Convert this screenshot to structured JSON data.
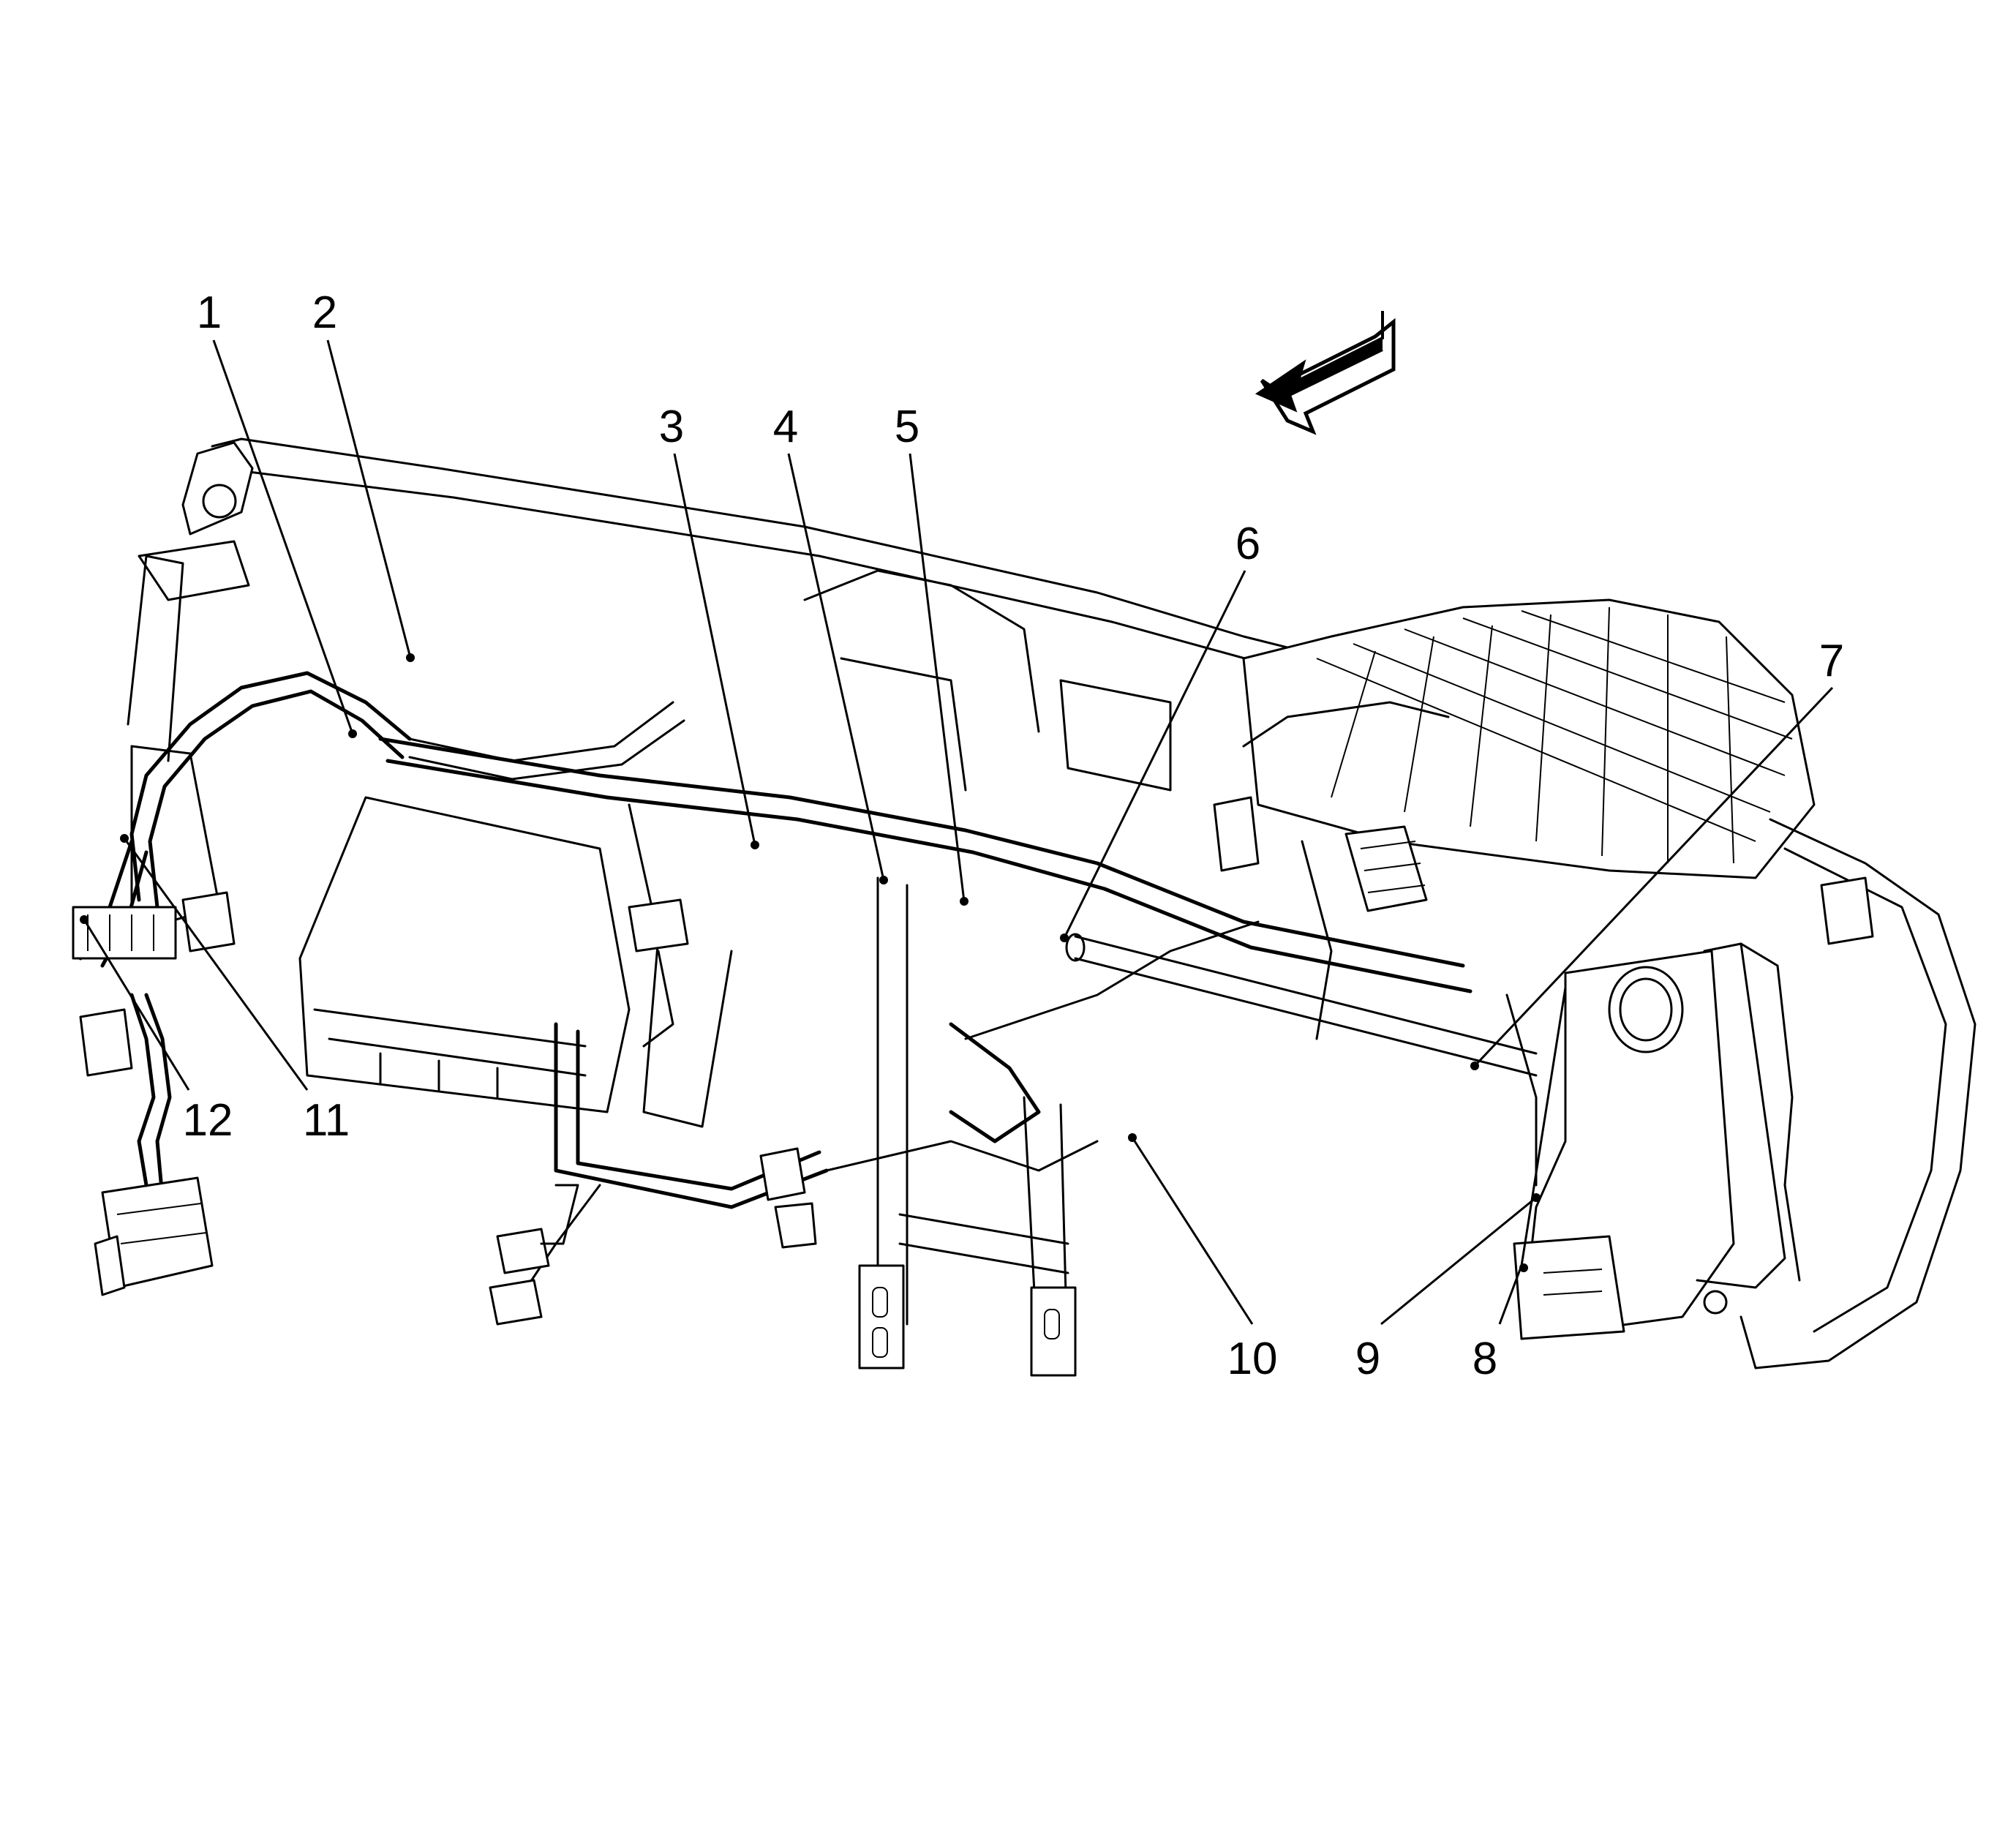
{
  "callouts": [
    {
      "id": "1",
      "label": "1"
    },
    {
      "id": "2",
      "label": "2"
    },
    {
      "id": "3",
      "label": "3"
    },
    {
      "id": "4",
      "label": "4"
    },
    {
      "id": "5",
      "label": "5"
    },
    {
      "id": "6",
      "label": "6"
    },
    {
      "id": "7",
      "label": "7"
    },
    {
      "id": "8",
      "label": "8"
    },
    {
      "id": "9",
      "label": "9"
    },
    {
      "id": "10",
      "label": "10"
    },
    {
      "id": "11",
      "label": "11"
    },
    {
      "id": "12",
      "label": "12"
    }
  ],
  "direction_arrow": {
    "icon": "vehicle-front-arrow-icon",
    "color": "#000000"
  }
}
